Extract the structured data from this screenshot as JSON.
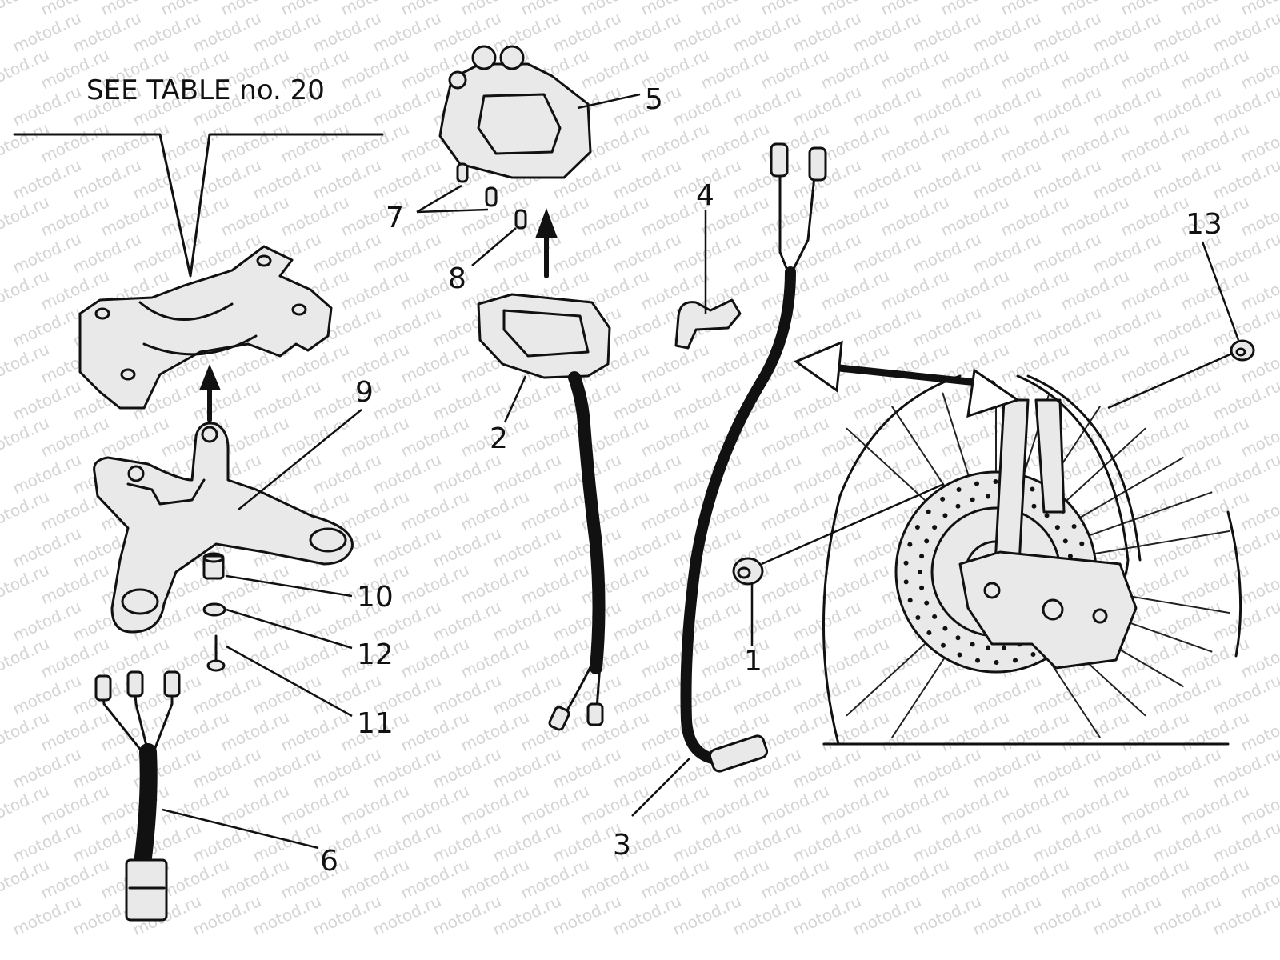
{
  "header": {
    "reference": "SEE TABLE no.  20"
  },
  "callouts": [
    "1",
    "2",
    "3",
    "4",
    "5",
    "6",
    "7",
    "8",
    "9",
    "10",
    "11",
    "12",
    "13"
  ],
  "watermark": {
    "text": "motod.ru"
  }
}
